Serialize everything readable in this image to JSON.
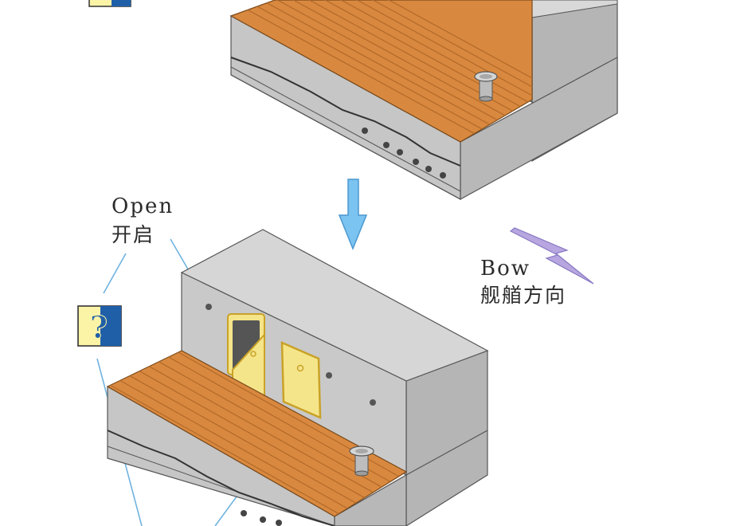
{
  "labels": {
    "open_en": "Open",
    "open_cn": "开启",
    "bow_en": "Bow",
    "bow_cn": "舰艏方向"
  },
  "icons": {
    "help": "question-mark-icon",
    "flow_arrow": "down-arrow-icon",
    "direction_arrow": "zigzag-arrow-icon"
  },
  "colors": {
    "deck": "#D9893F",
    "deck_line": "#B46B2A",
    "wall_front": "#C8C8C8",
    "wall_top": "#D8D8D8",
    "wall_side": "#B5B5B5",
    "hatch_closed": "#E07358",
    "hatch_open": "#F5E58A",
    "hatch_frame": "#C9A227",
    "arrow_blue": "#7BC3F0",
    "arrow_purple": "#B7A6E0",
    "help_bg": "#FBF3A6",
    "help_fg": "#1F5FA8"
  }
}
